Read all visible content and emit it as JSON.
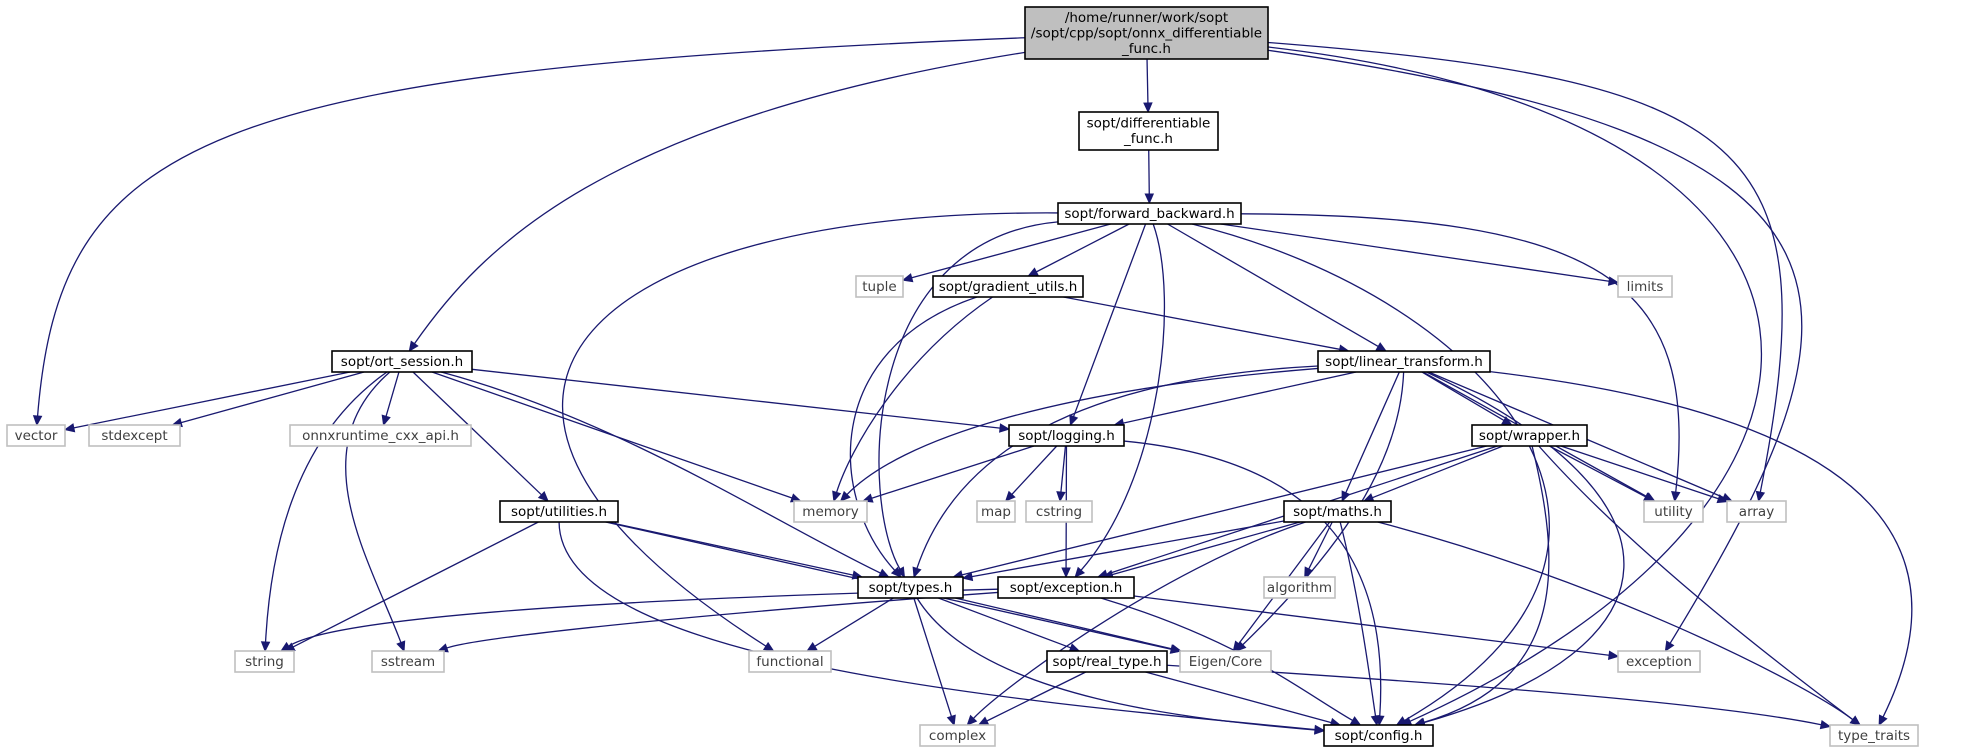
{
  "graph": {
    "colors": {
      "edge": "#191970",
      "root_fill": "#bfbfbf",
      "local_border": "#000000",
      "system_border": "#bfbfbf"
    },
    "nodes": [
      {
        "id": "root",
        "kind": "root",
        "lines": [
          "/home/runner/work/sopt",
          "/sopt/cpp/sopt/onnx_differentiable",
          "_func.h"
        ]
      },
      {
        "id": "diff",
        "kind": "local",
        "lines": [
          "sopt/differentiable",
          "_func.h"
        ]
      },
      {
        "id": "fb",
        "kind": "local",
        "lines": [
          "sopt/forward_backward.h"
        ]
      },
      {
        "id": "tuple",
        "kind": "sys",
        "lines": [
          "tuple"
        ]
      },
      {
        "id": "grad",
        "kind": "local",
        "lines": [
          "sopt/gradient_utils.h"
        ]
      },
      {
        "id": "limits",
        "kind": "sys",
        "lines": [
          "limits"
        ]
      },
      {
        "id": "ort",
        "kind": "local",
        "lines": [
          "sopt/ort_session.h"
        ]
      },
      {
        "id": "lt",
        "kind": "local",
        "lines": [
          "sopt/linear_transform.h"
        ]
      },
      {
        "id": "vector",
        "kind": "sys",
        "lines": [
          "vector"
        ]
      },
      {
        "id": "stdexcept",
        "kind": "sys",
        "lines": [
          "stdexcept"
        ]
      },
      {
        "id": "onnx",
        "kind": "sys",
        "lines": [
          "onnxruntime_cxx_api.h"
        ]
      },
      {
        "id": "logging",
        "kind": "local",
        "lines": [
          "sopt/logging.h"
        ]
      },
      {
        "id": "wrapper",
        "kind": "local",
        "lines": [
          "sopt/wrapper.h"
        ]
      },
      {
        "id": "utilities",
        "kind": "local",
        "lines": [
          "sopt/utilities.h"
        ]
      },
      {
        "id": "memory",
        "kind": "sys",
        "lines": [
          "memory"
        ]
      },
      {
        "id": "map",
        "kind": "sys",
        "lines": [
          "map"
        ]
      },
      {
        "id": "cstring",
        "kind": "sys",
        "lines": [
          "cstring"
        ]
      },
      {
        "id": "maths",
        "kind": "local",
        "lines": [
          "sopt/maths.h"
        ]
      },
      {
        "id": "utility",
        "kind": "sys",
        "lines": [
          "utility"
        ]
      },
      {
        "id": "array",
        "kind": "sys",
        "lines": [
          "array"
        ]
      },
      {
        "id": "types",
        "kind": "local",
        "lines": [
          "sopt/types.h"
        ]
      },
      {
        "id": "exception_h",
        "kind": "local",
        "lines": [
          "sopt/exception.h"
        ]
      },
      {
        "id": "algorithm",
        "kind": "sys",
        "lines": [
          "algorithm"
        ]
      },
      {
        "id": "string",
        "kind": "sys",
        "lines": [
          "string"
        ]
      },
      {
        "id": "sstream",
        "kind": "sys",
        "lines": [
          "sstream"
        ]
      },
      {
        "id": "functional",
        "kind": "sys",
        "lines": [
          "functional"
        ]
      },
      {
        "id": "eigen",
        "kind": "sys",
        "lines": [
          "Eigen/Core"
        ]
      },
      {
        "id": "realtype",
        "kind": "local",
        "lines": [
          "sopt/real_type.h"
        ]
      },
      {
        "id": "exception",
        "kind": "sys",
        "lines": [
          "exception"
        ]
      },
      {
        "id": "complex",
        "kind": "sys",
        "lines": [
          "complex"
        ]
      },
      {
        "id": "config",
        "kind": "local",
        "lines": [
          "sopt/config.h"
        ]
      },
      {
        "id": "type_traits",
        "kind": "sys",
        "lines": [
          "type_traits"
        ]
      }
    ],
    "edges": [
      [
        "root",
        "diff"
      ],
      [
        "root",
        "ort"
      ],
      [
        "root",
        "vector"
      ],
      [
        "root",
        "array"
      ],
      [
        "root",
        "exception"
      ],
      [
        "root",
        "config"
      ],
      [
        "diff",
        "fb"
      ],
      [
        "fb",
        "tuple"
      ],
      [
        "fb",
        "grad"
      ],
      [
        "fb",
        "limits"
      ],
      [
        "fb",
        "lt"
      ],
      [
        "fb",
        "logging"
      ],
      [
        "fb",
        "types"
      ],
      [
        "fb",
        "exception_h"
      ],
      [
        "fb",
        "functional"
      ],
      [
        "fb",
        "utility"
      ],
      [
        "fb",
        "config"
      ],
      [
        "grad",
        "lt"
      ],
      [
        "grad",
        "memory"
      ],
      [
        "grad",
        "types"
      ],
      [
        "ort",
        "vector"
      ],
      [
        "ort",
        "stdexcept"
      ],
      [
        "ort",
        "onnx"
      ],
      [
        "ort",
        "logging"
      ],
      [
        "ort",
        "utilities"
      ],
      [
        "ort",
        "memory"
      ],
      [
        "ort",
        "types"
      ],
      [
        "ort",
        "string"
      ],
      [
        "ort",
        "sstream"
      ],
      [
        "lt",
        "logging"
      ],
      [
        "lt",
        "wrapper"
      ],
      [
        "lt",
        "maths"
      ],
      [
        "lt",
        "memory"
      ],
      [
        "lt",
        "types"
      ],
      [
        "lt",
        "utility"
      ],
      [
        "lt",
        "array"
      ],
      [
        "lt",
        "eigen"
      ],
      [
        "lt",
        "config"
      ],
      [
        "lt",
        "type_traits"
      ],
      [
        "logging",
        "memory"
      ],
      [
        "logging",
        "map"
      ],
      [
        "logging",
        "cstring"
      ],
      [
        "logging",
        "exception_h"
      ],
      [
        "logging",
        "config"
      ],
      [
        "wrapper",
        "maths"
      ],
      [
        "wrapper",
        "types"
      ],
      [
        "wrapper",
        "exception_h"
      ],
      [
        "wrapper",
        "utility"
      ],
      [
        "wrapper",
        "array"
      ],
      [
        "wrapper",
        "type_traits"
      ],
      [
        "wrapper",
        "config"
      ],
      [
        "utilities",
        "types"
      ],
      [
        "utilities",
        "string"
      ],
      [
        "utilities",
        "eigen"
      ],
      [
        "utilities",
        "config"
      ],
      [
        "maths",
        "types"
      ],
      [
        "maths",
        "exception_h"
      ],
      [
        "maths",
        "algorithm"
      ],
      [
        "maths",
        "eigen"
      ],
      [
        "maths",
        "complex"
      ],
      [
        "maths",
        "config"
      ],
      [
        "maths",
        "type_traits"
      ],
      [
        "types",
        "functional"
      ],
      [
        "types",
        "eigen"
      ],
      [
        "types",
        "realtype"
      ],
      [
        "types",
        "complex"
      ],
      [
        "types",
        "config"
      ],
      [
        "exception_h",
        "string"
      ],
      [
        "exception_h",
        "sstream"
      ],
      [
        "exception_h",
        "exception"
      ],
      [
        "exception_h",
        "config"
      ],
      [
        "realtype",
        "complex"
      ],
      [
        "realtype",
        "config"
      ],
      [
        "realtype",
        "type_traits"
      ]
    ]
  }
}
